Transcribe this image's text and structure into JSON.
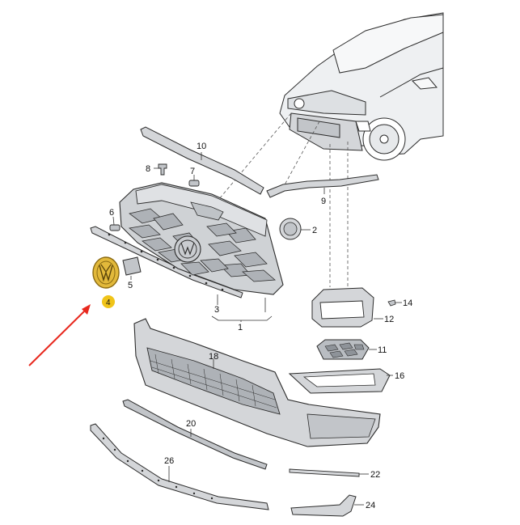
{
  "colors": {
    "part_fill": "#d4d6d9",
    "part_dark": "#9ea2a7",
    "outline": "#2b2b2b",
    "highlight": "#e2b93b",
    "highlight_dark": "#8a6a12",
    "badge": "#f0c419",
    "arrow": "#e8281e",
    "leader": "#333333"
  },
  "icons": {
    "emblem": "vw-emblem-icon",
    "arrow": "red-pointer-arrow"
  },
  "callouts": {
    "c1": "1",
    "c2": "2",
    "c3": "3",
    "c4": "4",
    "c5": "5",
    "c6": "6",
    "c7": "7",
    "c8": "8",
    "c9": "9",
    "c10": "10",
    "c11": "11",
    "c12": "12",
    "c14": "14",
    "c16": "16",
    "c18": "18",
    "c20": "20",
    "c22": "22",
    "c24": "24",
    "c26": "26"
  }
}
